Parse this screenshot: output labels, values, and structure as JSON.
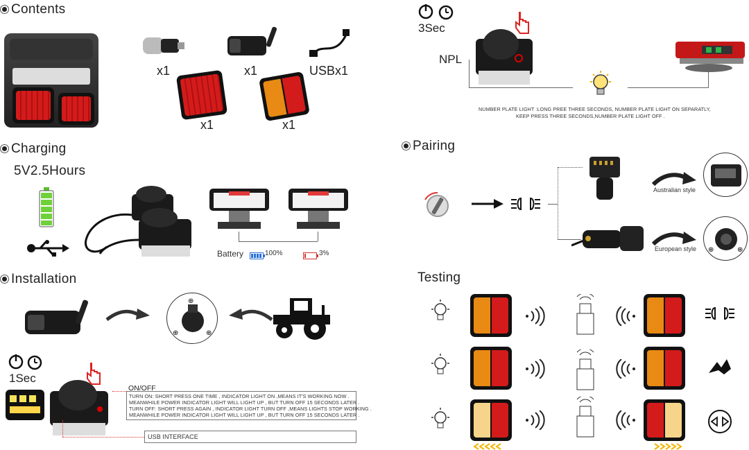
{
  "sections": {
    "contents": {
      "title": "Contents"
    },
    "charging": {
      "title": "Charging",
      "subtitle": "5V2.5Hours"
    },
    "installation": {
      "title": "Installation"
    },
    "pairing": {
      "title": "Pairing"
    },
    "testing": {
      "title": "Testing"
    }
  },
  "contents": {
    "plug_qty": "x1",
    "receiver_qty": "x1",
    "usb_qty": "USBx1",
    "lamp1_qty": "x1",
    "lamp2_qty": "x1"
  },
  "npl": {
    "time": "3Sec",
    "label": "NPL",
    "note_line1": "NUMBER PLATE LIGHT :LONG PREE THREE SECONDS, NUMBER PLATE LIGHT ON SEPARATLY,",
    "note_line2": "KEEP PRESS THREE SECONDS,NUMBER PLATE LIGHT OFF ."
  },
  "charging": {
    "battery_label": "Battery",
    "battery_full": "100%",
    "battery_low": "3%"
  },
  "pairing": {
    "australian": "Australian style",
    "european": "European style"
  },
  "onoff": {
    "time": "1Sec",
    "title": "ON/OFF",
    "line1": "TURN ON: SHORT PRESS ONE TIME , INDICATOR LIGHT ON ,MEANS IT'S WORKING NOW .",
    "line2": "MEANWHILE POWER INDICATOR LIGHT WILL LIGHT UP , BUT TURN OFF 15 SECONDS LATER .",
    "line3": "TURN OFF: SHORT PRESS AGAIN , INDICATOR LIGHT TURN OFF ,MEANS LIGHTS STOP WORKING .",
    "line4": "MEANWHILE POWER INDICATOR LIGHT WILL LIGHT UP , BUT TURN OFF 15 SECONDS LATER .",
    "usb": "USB INTERFACE"
  },
  "testing_rows": [
    {
      "result_icon": "headlight-icon"
    },
    {
      "result_icon": "brake-icon"
    },
    {
      "result_icon": "indicator-arrows-icon"
    }
  ]
}
